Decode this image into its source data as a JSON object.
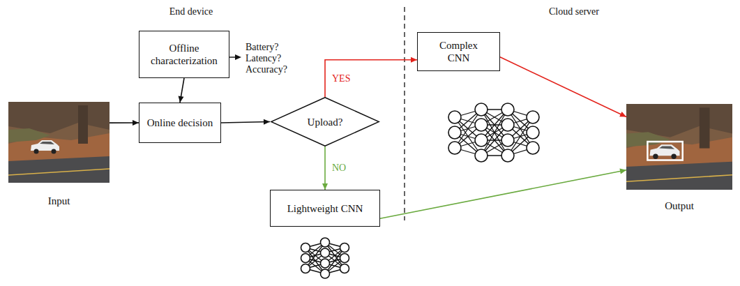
{
  "diagram": {
    "nodes": [
      {
        "text": [
          "Offline characterization"
        ]
      },
      {
        "text": [
          "Input"
        ]
      },
      {
        "text": [
          "Online decision"
        ]
      },
      {
        "text": [
          "Upload?"
        ]
      },
      {
        "text": [
          "Complex CNN"
        ]
      },
      {
        "text": [
          "Lightweight CNN"
        ]
      },
      {
        "text": [
          "Output"
        ]
      }
    ],
    "edges": [
      {
        "from": 1,
        "to": 2,
        "arrow": "to"
      },
      {
        "from": 0,
        "to": 2,
        "arrow": "to"
      },
      {
        "from": 2,
        "to": 3,
        "arrow": "to"
      },
      {
        "from": 3,
        "to": 4,
        "label": "YES",
        "arrow": "to"
      },
      {
        "from": 3,
        "to": 5,
        "label": "NO",
        "arrow": "to"
      },
      {
        "from": 4,
        "to": 6,
        "arrow": "to"
      },
      {
        "from": 5,
        "to": 6,
        "arrow": "to"
      }
    ],
    "labels": [
      "End device",
      "Cloud server",
      "Battery? Latency? Accuracy?"
    ]
  }
}
